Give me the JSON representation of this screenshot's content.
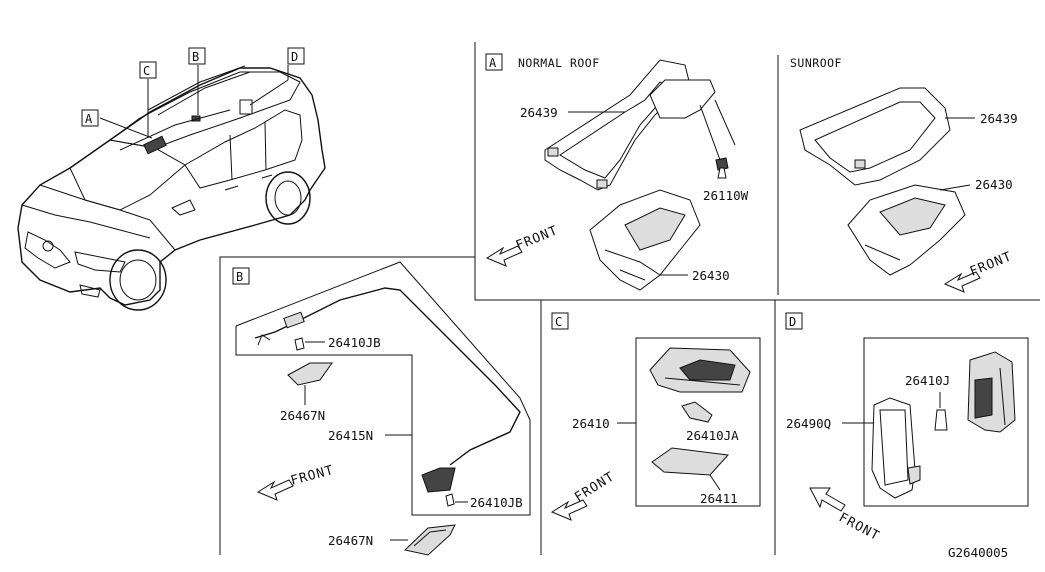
{
  "diagram_id": "G2640005",
  "section_letters": {
    "a": "A",
    "b": "B",
    "c": "C",
    "d": "D"
  },
  "section_a": {
    "normal_roof_title": "NORMAL ROOF",
    "sunroof_title": "SUNROOF",
    "parts": {
      "frame_normal": "26439",
      "bulb": "26110W",
      "lamp_normal": "26430",
      "frame_sunroof": "26439",
      "lamp_sunroof": "26430"
    },
    "front_label_1": "FRONT",
    "front_label_2": "FRONT"
  },
  "section_b": {
    "parts": {
      "bulb_top": "26410JB",
      "lens_top": "26467N",
      "harness": "26415N",
      "bulb_bottom": "26410JB",
      "lens_bottom": "26467N"
    },
    "front_label": "FRONT"
  },
  "section_c": {
    "parts": {
      "lamp_assy": "26410",
      "bulb": "26410JA",
      "lens": "26411"
    },
    "front_label": "FRONT"
  },
  "section_d": {
    "parts": {
      "bulb": "26410J",
      "lamp_assy": "26490Q"
    },
    "front_label": "FRONT"
  }
}
